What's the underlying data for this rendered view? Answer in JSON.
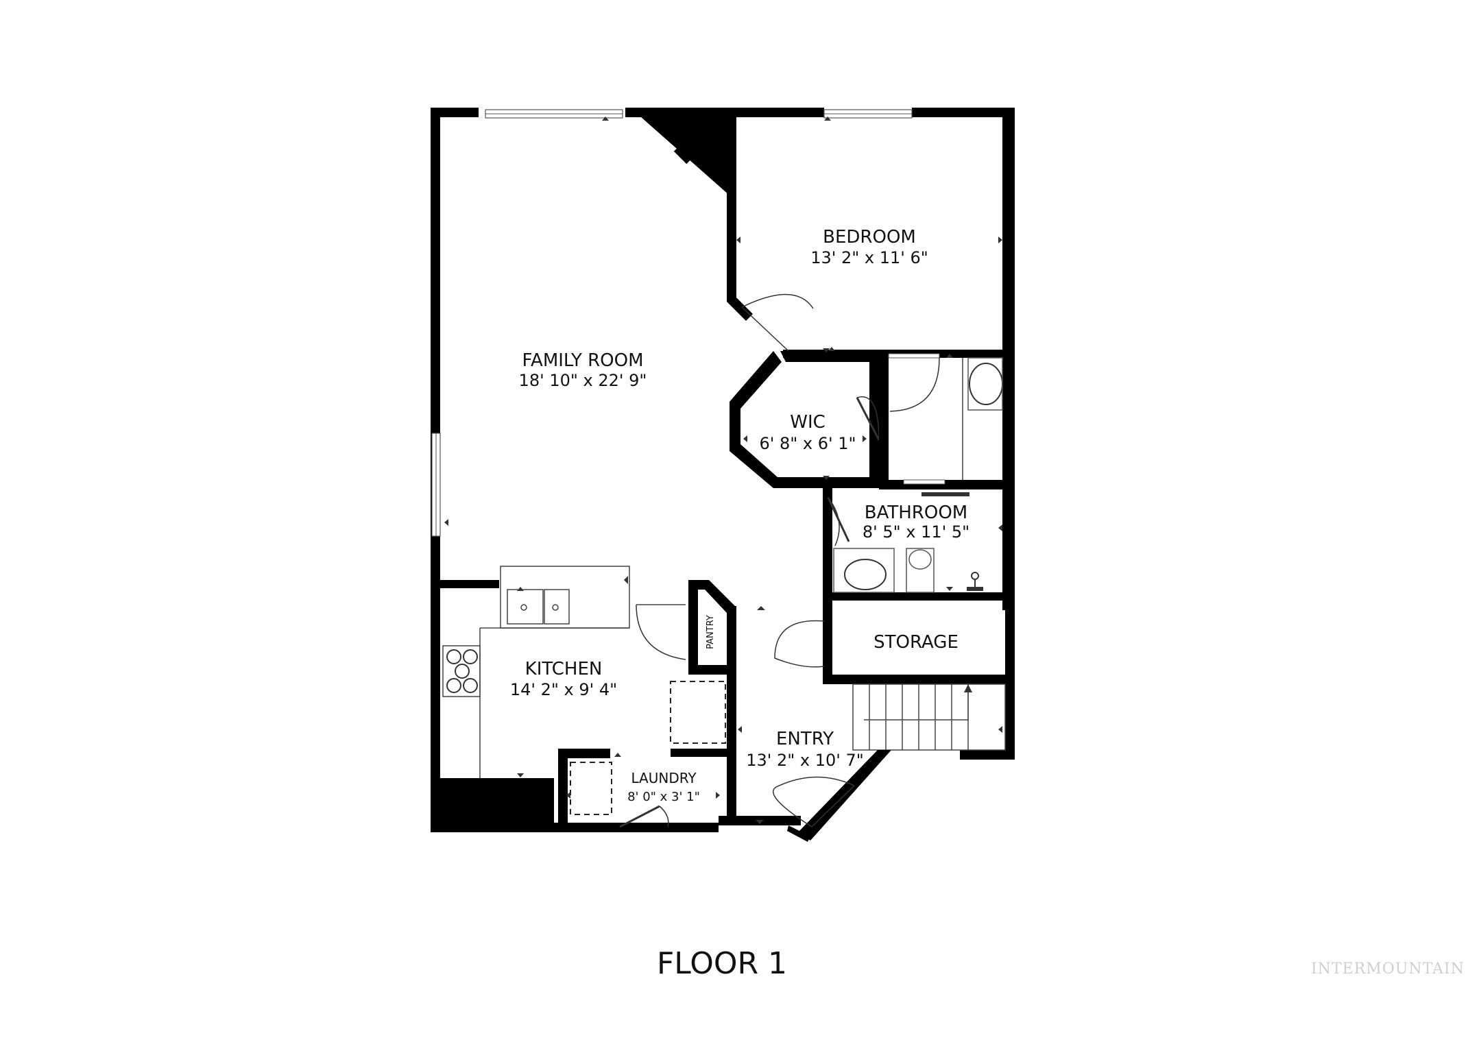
{
  "plan": {
    "floor_title": "FLOOR 1",
    "watermark": "INTERMOUNTAIN",
    "rooms": {
      "family_room": {
        "name": "FAMILY ROOM",
        "dims": "18' 10\" x 22' 9\""
      },
      "bedroom": {
        "name": "BEDROOM",
        "dims": "13' 2\" x 11' 6\""
      },
      "wic": {
        "name": "WIC",
        "dims": "6' 8\" x 6' 1\""
      },
      "bathroom": {
        "name": "BATHROOM",
        "dims": "8' 5\" x 11' 5\""
      },
      "storage": {
        "name": "STORAGE"
      },
      "kitchen": {
        "name": "KITCHEN",
        "dims": "14' 2\" x 9' 4\""
      },
      "pantry": {
        "name": "PANTRY"
      },
      "entry": {
        "name": "ENTRY",
        "dims": "13' 2\" x 10' 7\""
      },
      "laundry": {
        "name": "LAUNDRY",
        "dims": "8' 0\" x 3' 1\""
      }
    }
  }
}
